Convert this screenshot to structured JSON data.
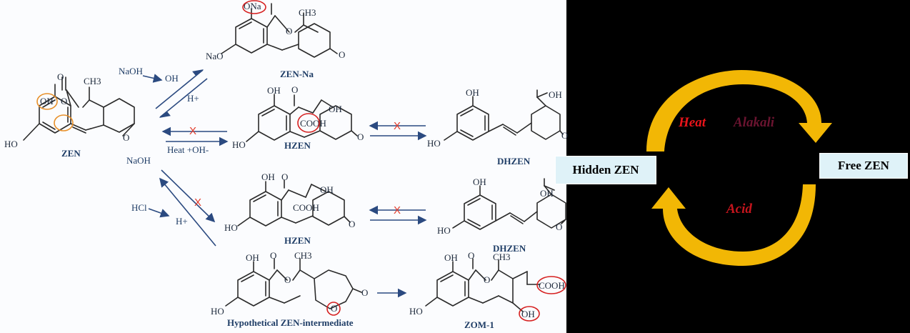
{
  "reaction": {
    "conditions": {
      "naoh_top": "NaOH",
      "oh_top": "OH",
      "h_plus_top": "H+",
      "naoh_mid": "NaOH",
      "heat_oh": "Heat +OH-",
      "hcl": "HCl",
      "h_plus_bottom": "H+"
    },
    "compounds": {
      "zen": "ZEN",
      "zen_na": "ZEN-Na",
      "hzen_1": "HZEN",
      "hzen_2": "HZEN",
      "dhzen_1": "DHZEN",
      "dhzen_2": "DHZEN",
      "hyp_intermediate": "Hypothetical ZEN-intermediate",
      "zom1": "ZOM-1"
    },
    "atoms": {
      "oh": "OH",
      "ho": "HO",
      "o": "O",
      "ona": "ONa",
      "nao": "NaO",
      "ch3": "CH3",
      "cooh": "COOH",
      "cooh_inline": "COOH",
      "oh_small": "OH"
    },
    "blocked_mark": "X"
  },
  "cycle": {
    "hidden_label": "Hidden ZEN",
    "free_label": "Free ZEN",
    "heat_label": "Heat",
    "alkali_label": "Alakali",
    "acid_label": "Acid",
    "colors": {
      "arrow": "#f2b705",
      "heat": "#e8141a",
      "alkali": "#6b1430",
      "acid": "#c6151d",
      "box": "#dff2f8"
    }
  }
}
